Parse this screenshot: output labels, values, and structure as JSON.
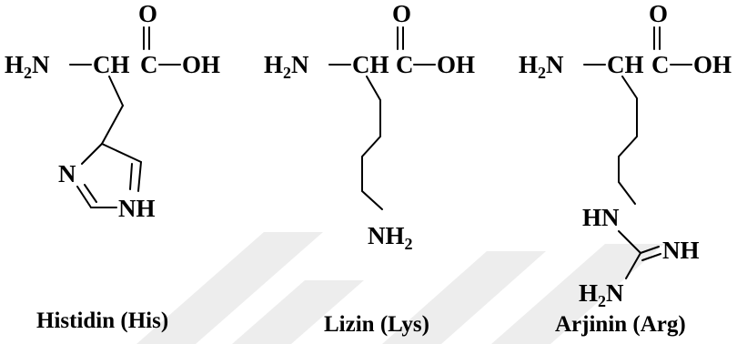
{
  "labels": {
    "o": "O",
    "h2n_h": "H",
    "h2n_2": "2",
    "h2n_n": "N",
    "ch": "CH",
    "c": "C",
    "oh": "OH",
    "n": "N",
    "nh": "NH",
    "nh2_nh": "NH",
    "nh2_2": "2",
    "hn": "HN",
    "eq_nh": "NH"
  },
  "captions": {
    "histidine": "Histidin (His)",
    "lysine": "Lizin (Lys)",
    "arginine": "Arjinin (Arg)"
  },
  "colors": {
    "ink": "#000000",
    "watermark": "#ededed",
    "background": "#ffffff"
  }
}
